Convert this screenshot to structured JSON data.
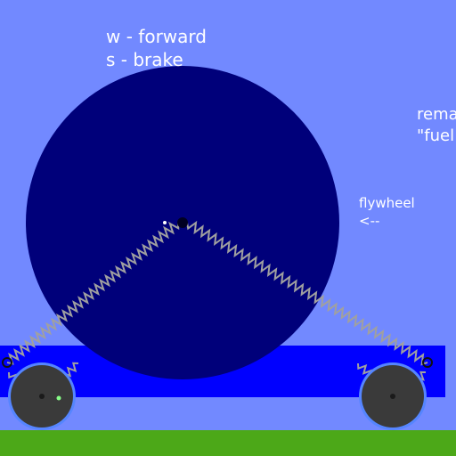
{
  "hud": {
    "controls": [
      "w - forward",
      "s - brake"
    ],
    "remaining": [
      "rema",
      "\"fuel"
    ],
    "flywheel_label": [
      "flywheel",
      "<--"
    ]
  },
  "colors": {
    "sky": "#7289ff",
    "flywheel": "#00007a",
    "chassis": "#0000ff",
    "ground": "#4ca818",
    "wheel": "#3a3a3a",
    "spring": "#a0a0a0"
  },
  "icons": {
    "flywheel": "large-dark-disc",
    "wheel": "gray-wheel",
    "spring": "zigzag-spring"
  }
}
